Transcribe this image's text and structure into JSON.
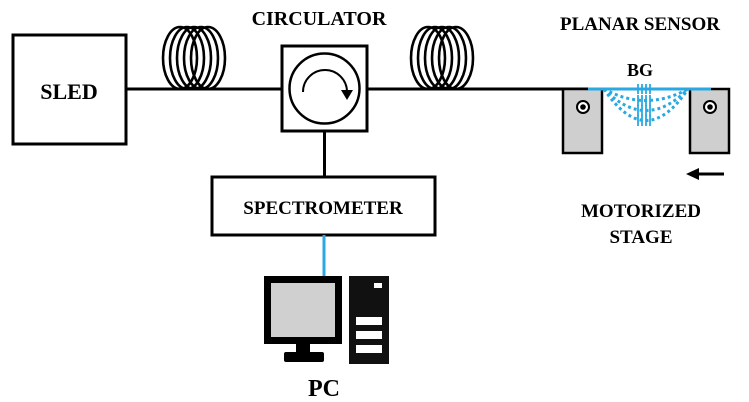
{
  "labels": {
    "sled": "SLED",
    "circulator": "CIRCULATOR",
    "planar_sensor": "PLANAR SENSOR",
    "bg": "BG",
    "spectrometer": "SPECTROMETER",
    "motorized_stage_line1": "MOTORIZED",
    "motorized_stage_line2": "STAGE",
    "pc": "PC"
  },
  "colors": {
    "line": "#000000",
    "fiber": "#29a9e1",
    "stage_fill": "#cfcfcf",
    "screen_fill": "#d0d0d0",
    "tower_fill": "#111111"
  },
  "icons": [
    "fiber-coil-icon",
    "circulator-arrow-icon",
    "monitor-icon",
    "tower-icon",
    "arrow-left-icon"
  ]
}
